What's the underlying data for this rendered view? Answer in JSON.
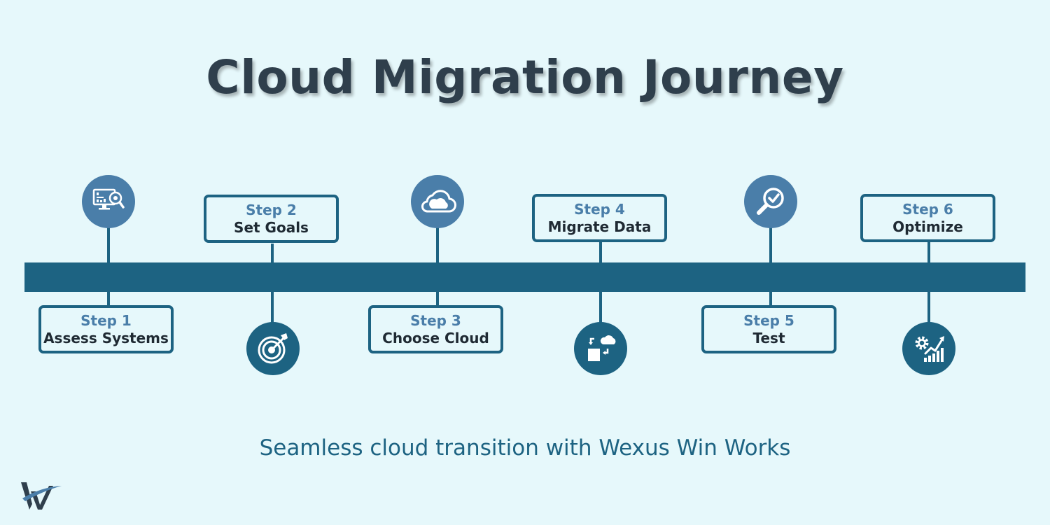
{
  "title": "Cloud Migration Journey",
  "tagline": "Seamless cloud transition with Wexus Win Works",
  "colors": {
    "background": "#e6f8fb",
    "bar": "#1d6382",
    "accent": "#4a7ea9",
    "title": "#2f3f4c"
  },
  "steps": [
    {
      "label": "Step 1",
      "name": "Assess Systems",
      "icon": "monitor-analytics-icon"
    },
    {
      "label": "Step 2",
      "name": "Set Goals",
      "icon": "target-icon"
    },
    {
      "label": "Step 3",
      "name": "Choose Cloud",
      "icon": "cloud-icon"
    },
    {
      "label": "Step 4",
      "name": "Migrate Data",
      "icon": "data-transfer-icon"
    },
    {
      "label": "Step 5",
      "name": "Test",
      "icon": "magnifier-check-icon"
    },
    {
      "label": "Step 6",
      "name": "Optimize",
      "icon": "growth-chart-icon"
    }
  ]
}
